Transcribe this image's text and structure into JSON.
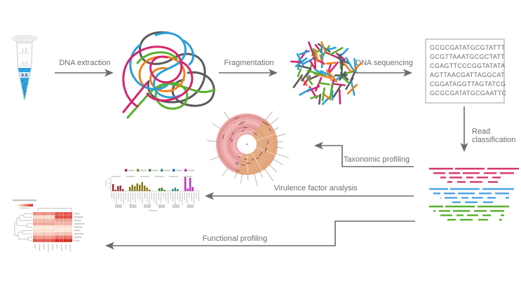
{
  "workflow": {
    "steps": {
      "dna_extraction": "DNA extraction",
      "fragmentation": "Fragmentation",
      "dna_sequencing": "DNA sequencing",
      "read_classification_line1": "Read",
      "read_classification_line2": "classification",
      "taxonomic_profiling": "Taxonomic profiling",
      "virulence_factor_analysis": "Virulence factor analysis",
      "functional_profiling": "Functional profiling"
    }
  },
  "sample_tube": {
    "graduations": [
      "1.5",
      "1.0",
      "0.5"
    ]
  },
  "sequence_box": {
    "lines": [
      "GCGCGATATGCGTATTT",
      "GCGTTAAATGCGCTATT",
      "CGAGTTCCCGGTATATA",
      "AGTTAACGATTAGGCAT",
      "CGGATAGGTTAGTATCG",
      "GCGCGATATGCGAATTC"
    ]
  },
  "colors": {
    "arrow": "#6b6b6b",
    "label_text": "#6e6e6e",
    "strands": [
      "#2b9fd8",
      "#d6246e",
      "#56b02e",
      "#f08018",
      "#595a5c"
    ],
    "read_groups": [
      "#d6336c",
      "#4aa3e8",
      "#56b02e"
    ],
    "taxo_ring": "#ecaaaa",
    "taxo_ring_band": "#e09292",
    "taxo_wedge": "#e2a878",
    "tube_liquid": "#2fa3e0",
    "sequence_text": "#6a6f73",
    "box_border": "#9aa0a4"
  },
  "chart_data": [
    {
      "type": "bar",
      "series": [
        {
          "color": "#a02c2c",
          "values": [
            50,
            10,
            35,
            40,
            15
          ]
        },
        {
          "color": "#8a7a1a",
          "values": [
            30,
            45,
            35,
            55,
            45,
            65,
            40,
            25,
            10
          ]
        },
        {
          "color": "#3a7d2c",
          "values": [
            20,
            25,
            10
          ]
        },
        {
          "color": "#2a8a80",
          "values": [
            15,
            25,
            15
          ]
        },
        {
          "color": "#bb2fbb",
          "values": [
            100,
            20,
            95,
            30
          ]
        }
      ],
      "legend_colors": [
        "#a02c2c",
        "#8a7a1a",
        "#3a7d2c",
        "#2a8a80",
        "#2a5fb0",
        "#bb2fbb"
      ],
      "ylim": [
        0,
        100
      ]
    },
    {
      "type": "heatmap",
      "low_color": "#fdf5e6",
      "high_color": "#d62015",
      "matrix": [
        [
          0.5,
          0.45,
          0.5,
          0.45,
          0.5,
          0.75,
          0.7,
          0.75,
          0.72
        ],
        [
          0.12,
          0.1,
          0.12,
          0.1,
          0.12,
          0.8,
          0.76,
          0.8,
          0.78
        ],
        [
          0.3,
          0.28,
          0.3,
          0.28,
          0.3,
          0.4,
          0.38,
          0.4,
          0.38
        ],
        [
          0.38,
          0.35,
          0.38,
          0.35,
          0.38,
          0.3,
          0.3,
          0.32,
          0.3
        ],
        [
          0.06,
          0.05,
          0.06,
          0.05,
          0.06,
          0.1,
          0.08,
          0.1,
          0.08
        ],
        [
          0.1,
          0.08,
          0.1,
          0.08,
          0.1,
          0.05,
          0.06,
          0.05,
          0.06
        ],
        [
          0.2,
          0.18,
          0.2,
          0.18,
          0.2,
          0.26,
          0.22,
          0.26,
          0.22
        ],
        [
          0.45,
          0.42,
          0.45,
          0.42,
          0.45,
          0.6,
          0.55,
          0.6,
          0.56
        ],
        [
          0.75,
          0.72,
          0.75,
          0.72,
          0.75,
          0.96,
          0.9,
          0.96,
          0.92
        ]
      ]
    }
  ]
}
